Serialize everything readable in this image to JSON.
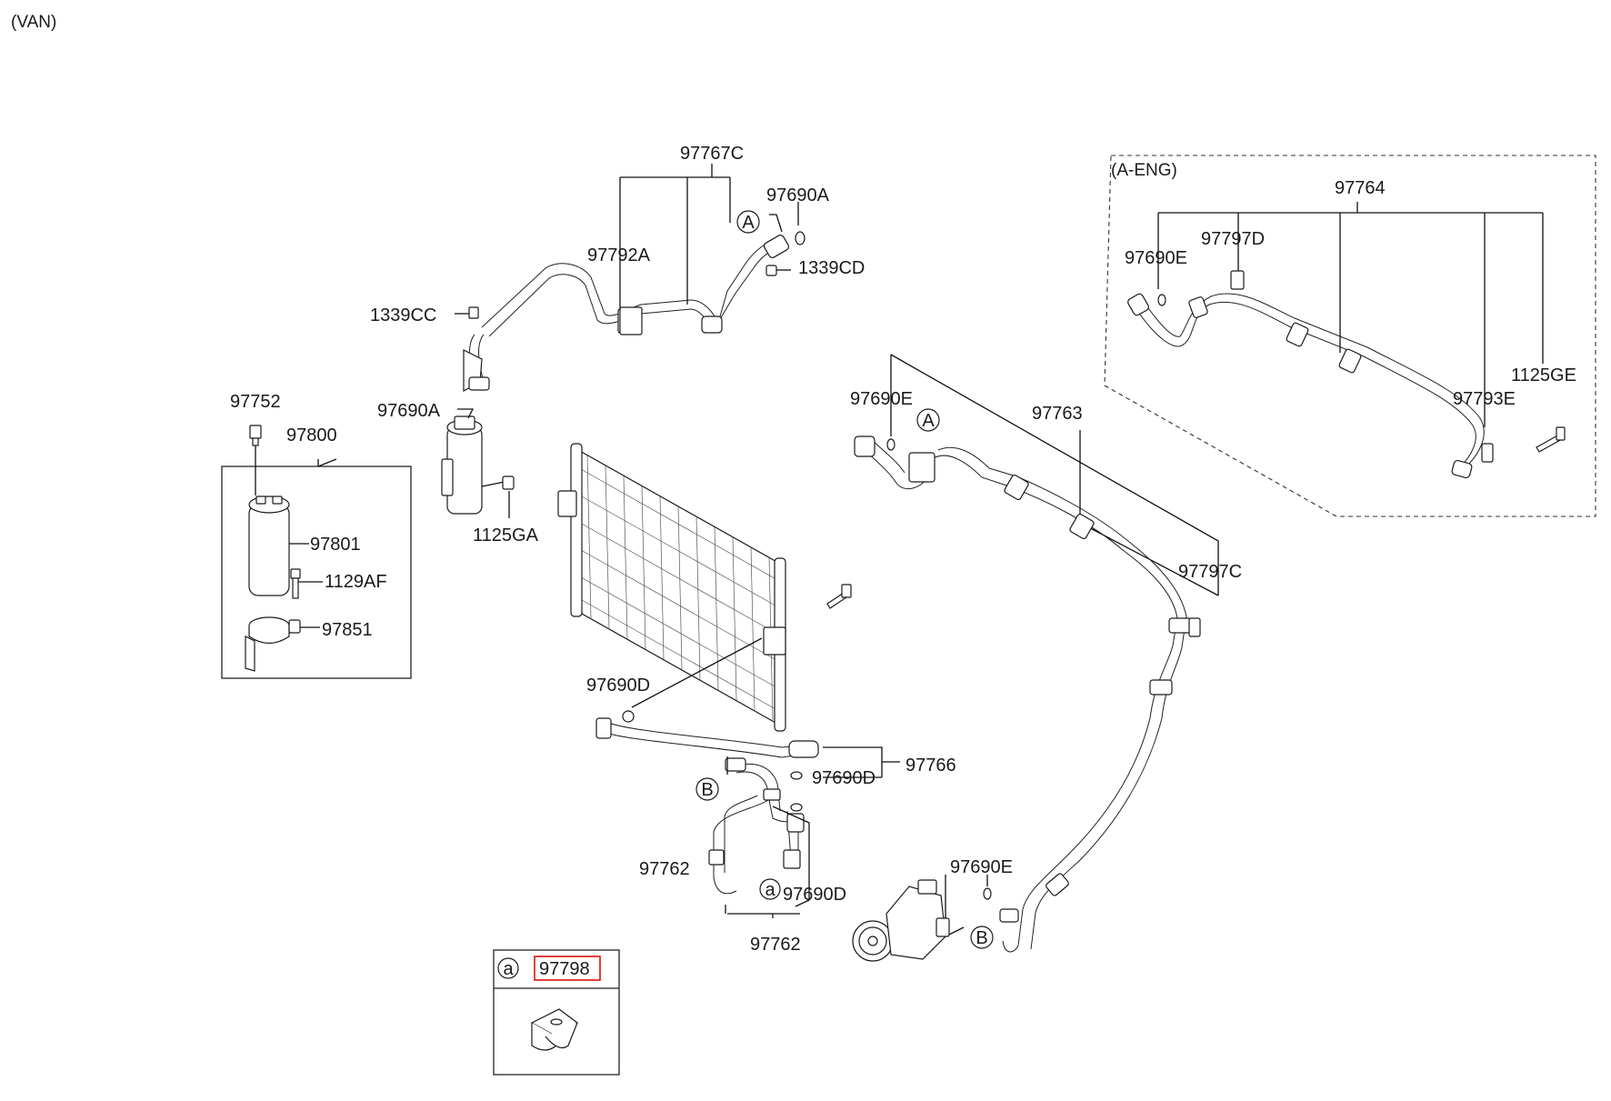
{
  "corner_label": "(VAN)",
  "inset_label": "(A-ENG)",
  "callouts": {
    "A": "A",
    "B": "B",
    "a": "a"
  },
  "parts": {
    "p97767C": "97767C",
    "p97690A_top": "97690A",
    "p97792A": "97792A",
    "p1339CD": "1339CD",
    "p1339CC": "1339CC",
    "p97690A_left": "97690A",
    "p1125GA": "1125GA",
    "p97752": "97752",
    "p97800": "97800",
    "p97801": "97801",
    "p1129AF": "1129AF",
    "p97851": "97851",
    "p97690D_upper": "97690D",
    "p97766": "97766",
    "p97690D_mid": "97690D",
    "p97762_side": "97762",
    "p97690D_lower": "97690D",
    "p97762_bottom": "97762",
    "p97690E_comp": "97690E",
    "p97690E_center": "97690E",
    "p97763": "97763",
    "p97797C": "97797C",
    "p97764": "97764",
    "p97797D": "97797D",
    "p97690E_inset": "97690E",
    "p1125GE": "1125GE",
    "p97793E": "97793E",
    "p97798": "97798"
  },
  "colors": {
    "line": "#111111",
    "highlight_box": "#dd1111"
  }
}
